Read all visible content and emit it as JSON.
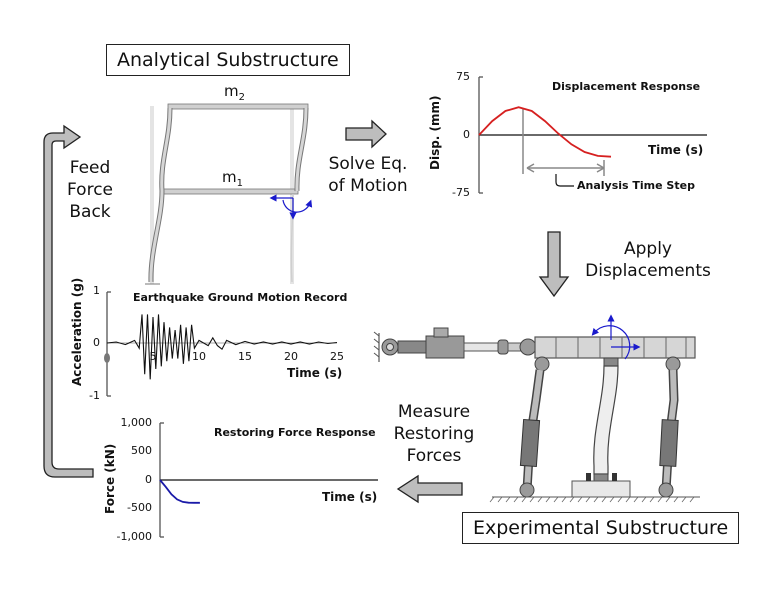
{
  "labels": {
    "analytical": "Analytical Substructure",
    "experimental": "Experimental Substructure",
    "mass_top": "m",
    "mass_top_sub": "2",
    "mass_bottom": "m",
    "mass_bottom_sub": "1"
  },
  "steps": {
    "solve_line1": "Solve Eq.",
    "solve_line2": "of Motion",
    "apply_line1": "Apply",
    "apply_line2": "Displacements",
    "measure_line1": "Measure",
    "measure_line2": "Restoring",
    "measure_line3": "Forces",
    "feed_line1": "Feed",
    "feed_line2": "Force",
    "feed_line3": "Back"
  },
  "colors": {
    "arrow_fill": "#bdbdbd",
    "displacement_curve": "#d62020",
    "force_curve": "#1a1aa8",
    "dof_arrows": "#1a1acc",
    "structure_gray": "#c8c8c8"
  },
  "chart_data": [
    {
      "type": "line",
      "title": "Displacement Response",
      "xlabel": "Time (s)",
      "ylabel": "Disp. (mm)",
      "ylim": [
        -75,
        75
      ],
      "yticks": [
        "75",
        "0",
        "-75"
      ],
      "annotation": "Analysis Time Step",
      "series": [
        {
          "name": "displacement",
          "x": [
            0,
            0.1,
            0.2,
            0.3,
            0.4,
            0.5,
            0.6,
            0.7,
            0.8,
            0.9,
            1.0
          ],
          "values": [
            0,
            18,
            31,
            36,
            31,
            18,
            2,
            -12,
            -22,
            -27,
            -28
          ]
        }
      ]
    },
    {
      "type": "line",
      "title": "Earthquake Ground Motion Record",
      "xlabel": "Time (s)",
      "ylabel": "Acceleration (g)",
      "xlim": [
        0,
        25
      ],
      "ylim": [
        -1,
        1
      ],
      "yticks": [
        "1",
        "0",
        "-1"
      ],
      "xticks": [
        "5",
        "10",
        "15",
        "20",
        "25"
      ],
      "series": [
        {
          "name": "ground acceleration",
          "x": [
            0,
            1,
            2,
            3,
            3.5,
            3.8,
            4.1,
            4.4,
            4.7,
            5.0,
            5.3,
            5.6,
            5.9,
            6.2,
            6.5,
            6.8,
            7.1,
            7.4,
            7.7,
            8.0,
            8.3,
            8.6,
            8.9,
            9.2,
            9.5,
            10,
            11,
            11.5,
            12,
            12.5,
            13,
            14,
            15,
            16,
            17,
            18,
            19,
            20,
            21,
            22,
            23,
            24,
            25
          ],
          "values": [
            0,
            0.02,
            -0.03,
            0.05,
            -0.1,
            0.55,
            -0.6,
            0.55,
            -0.7,
            0.5,
            -0.5,
            0.55,
            -0.45,
            0.4,
            -0.35,
            0.3,
            -0.3,
            0.25,
            -0.3,
            0.35,
            -0.4,
            0.3,
            -0.35,
            0.35,
            -0.1,
            0.05,
            -0.05,
            0.1,
            -0.05,
            -0.12,
            0.05,
            -0.03,
            0.03,
            -0.02,
            0.02,
            -0.02,
            0.02,
            -0.02,
            0.02,
            -0.02,
            0.02,
            -0.01,
            0.01
          ]
        }
      ]
    },
    {
      "type": "line",
      "title": "Restoring Force Response",
      "xlabel": "Time (s)",
      "ylabel": "Force (kN)",
      "ylim": [
        -1000,
        1000
      ],
      "yticks": [
        "1,000",
        "500",
        "0",
        "-500",
        "-1,000"
      ],
      "series": [
        {
          "name": "restoring force",
          "x": [
            0,
            0.1,
            0.2,
            0.3,
            0.4,
            0.5,
            0.6,
            0.7
          ],
          "values": [
            0,
            -120,
            -250,
            -340,
            -385,
            -398,
            -400,
            -400
          ]
        }
      ]
    }
  ]
}
